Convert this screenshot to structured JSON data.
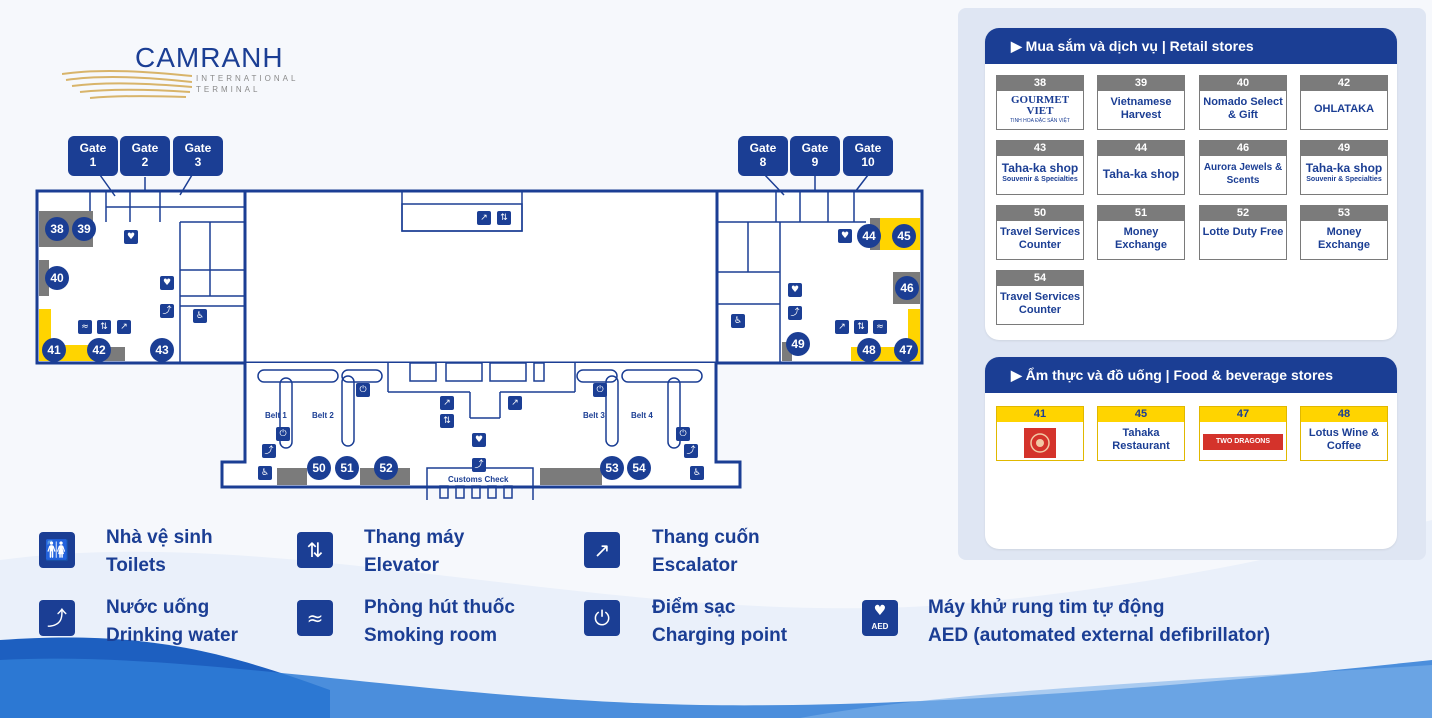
{
  "logo": {
    "name": "CAMRANH",
    "sub1": "INTERNATIONAL",
    "sub2": "TERMINAL"
  },
  "colors": {
    "navy": "#1b3e94",
    "gray": "#7b7b7b",
    "yellow": "#ffd400"
  },
  "gates": [
    {
      "word": "Gate",
      "num": "1"
    },
    {
      "word": "Gate",
      "num": "2"
    },
    {
      "word": "Gate",
      "num": "3"
    },
    {
      "word": "Gate",
      "num": "8"
    },
    {
      "word": "Gate",
      "num": "9"
    },
    {
      "word": "Gate",
      "num": "10"
    }
  ],
  "map_markers": [
    "38",
    "39",
    "40",
    "41",
    "42",
    "43",
    "44",
    "45",
    "46",
    "47",
    "48",
    "49",
    "50",
    "51",
    "52",
    "53",
    "54"
  ],
  "belts": [
    "Belt 1",
    "Belt 2",
    "Belt 3",
    "Belt 4"
  ],
  "customs": "Customs Check",
  "legend": [
    {
      "icon": "toilet-icon",
      "vi": "Nhà vệ sinh",
      "en": "Toilets"
    },
    {
      "icon": "elevator-icon",
      "vi": "Thang máy",
      "en": "Elevator"
    },
    {
      "icon": "escalator-icon",
      "vi": "Thang cuốn",
      "en": "Escalator"
    },
    {
      "icon": "drinking-water-icon",
      "vi": "Nước uống",
      "en": "Drinking water"
    },
    {
      "icon": "smoking-room-icon",
      "vi": "Phòng hút thuốc",
      "en": "Smoking room"
    },
    {
      "icon": "charging-point-icon",
      "vi": "Điểm sạc",
      "en": "Charging point"
    },
    {
      "icon": "aed-icon",
      "vi": "Máy khử rung tim tự động",
      "en": "AED (automated external defibrillator)"
    }
  ],
  "aed_badge": "AED",
  "retail": {
    "title": "▶ Mua sắm và dịch vụ | Retail stores",
    "stores": [
      {
        "num": "38",
        "name": "GOURMET VIET",
        "sub": "TINH HOA ĐẶC SẢN VIỆT"
      },
      {
        "num": "39",
        "name": "Vietnamese Harvest",
        "sub": ""
      },
      {
        "num": "40",
        "name": "Nomado Select & Gift",
        "sub": ""
      },
      {
        "num": "42",
        "name": "OHLATAKA",
        "sub": ""
      },
      {
        "num": "43",
        "name": "Taha-ka shop",
        "sub": "Souvenir & Specialties"
      },
      {
        "num": "44",
        "name": "Taha-ka shop",
        "sub": ""
      },
      {
        "num": "46",
        "name": "Aurora Jewels & Scents",
        "sub": ""
      },
      {
        "num": "49",
        "name": "Taha-ka shop",
        "sub": "Souvenir & Specialties"
      },
      {
        "num": "50",
        "name": "Travel Services Counter",
        "sub": ""
      },
      {
        "num": "51",
        "name": "Money Exchange",
        "sub": ""
      },
      {
        "num": "52",
        "name": "Lotte Duty Free",
        "sub": ""
      },
      {
        "num": "53",
        "name": "Money Exchange",
        "sub": ""
      },
      {
        "num": "54",
        "name": "Travel Services Counter",
        "sub": ""
      }
    ]
  },
  "food": {
    "title": "▶ Ẩm thực và đồ uống | Food & beverage stores",
    "stores": [
      {
        "num": "41",
        "name": "",
        "sub": ""
      },
      {
        "num": "45",
        "name": "Tahaka Restaurant",
        "sub": ""
      },
      {
        "num": "47",
        "name": "TWO DRAGONS",
        "sub": ""
      },
      {
        "num": "48",
        "name": "Lotus Wine & Coffee",
        "sub": ""
      }
    ]
  }
}
